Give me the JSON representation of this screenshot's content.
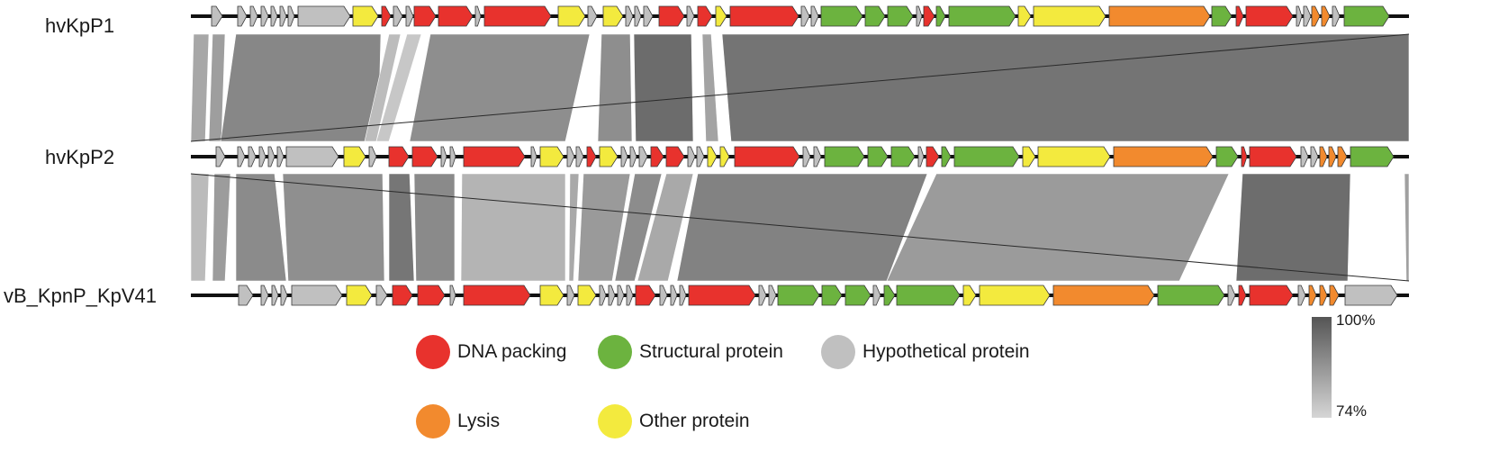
{
  "genomes": [
    {
      "name": "hvKpP1"
    },
    {
      "name": "hvKpP2"
    },
    {
      "name": "vB_KpnP_KpV41"
    }
  ],
  "legend": [
    {
      "label": "DNA packing",
      "color": "#e8322d"
    },
    {
      "label": "Structural protein",
      "color": "#6cb33f"
    },
    {
      "label": "Hypothetical protein",
      "color": "#c0c0c0"
    },
    {
      "label": "Lysis",
      "color": "#f28a2e"
    },
    {
      "label": "Other protein",
      "color": "#f3ea3e"
    }
  ],
  "identity_scale": {
    "max_label": "100%",
    "min_label": "74%",
    "max_color": "#555555",
    "min_color": "#d6d6d6"
  }
}
